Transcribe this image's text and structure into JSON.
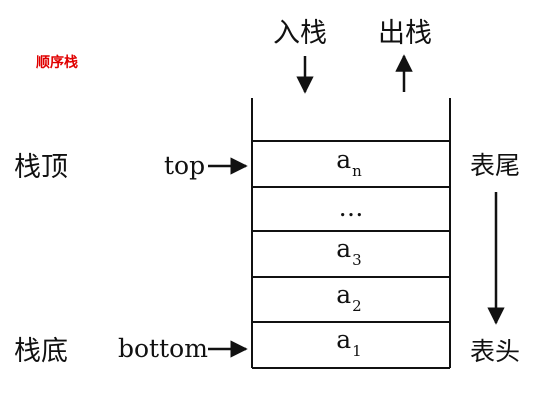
{
  "title": "顺序栈",
  "labels": {
    "push": "入栈",
    "pop": "出栈",
    "stack_top": "栈顶",
    "stack_bottom": "栈底",
    "top_pointer": "top",
    "bottom_pointer": "bottom",
    "table_tail": "表尾",
    "table_head": "表头"
  },
  "cells": [
    {
      "base": "a",
      "sub": "n"
    },
    {
      "base": "…",
      "sub": ""
    },
    {
      "base": "a",
      "sub": "3"
    },
    {
      "base": "a",
      "sub": "2"
    },
    {
      "base": "a",
      "sub": "1"
    }
  ]
}
